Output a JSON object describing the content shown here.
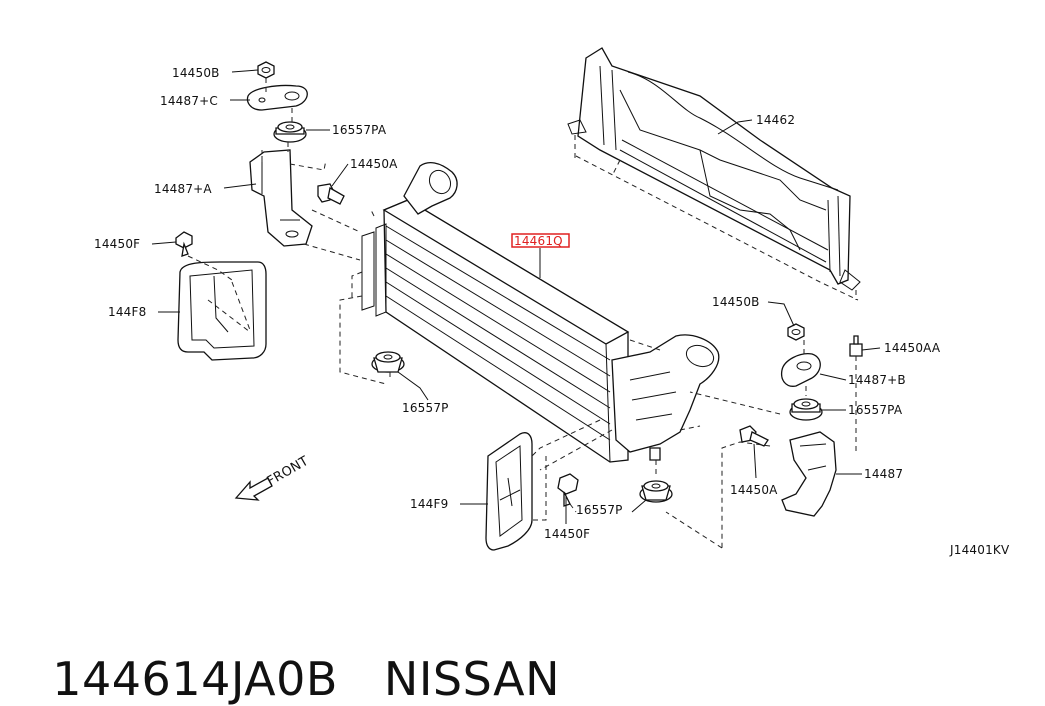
{
  "diagram": {
    "highlight_color": "#e02020",
    "highlighted_label": "14461Q",
    "labels": {
      "l14450B_top": "14450B",
      "l14487C": "14487+C",
      "l16557PA_top": "16557PA",
      "l14450A_top": "14450A",
      "l14487A": "14487+A",
      "l14450F_left": "14450F",
      "l144F8": "144F8",
      "l14462": "14462",
      "l14461Q": "14461Q",
      "l14450B_right": "14450B",
      "l14450AA": "14450AA",
      "l14487B": "14487+B",
      "l16557PA_right": "16557PA",
      "l16557P_left": "16557P",
      "l14487": "14487",
      "l14450A_right": "14450A",
      "l144F9": "144F9",
      "l16557P_bottom": "16557P",
      "l14450F_bottom": "14450F",
      "front": "FRONT",
      "code": "J14401KV"
    }
  },
  "footer": {
    "part_number": "144614JA0B",
    "brand": "NISSAN"
  }
}
